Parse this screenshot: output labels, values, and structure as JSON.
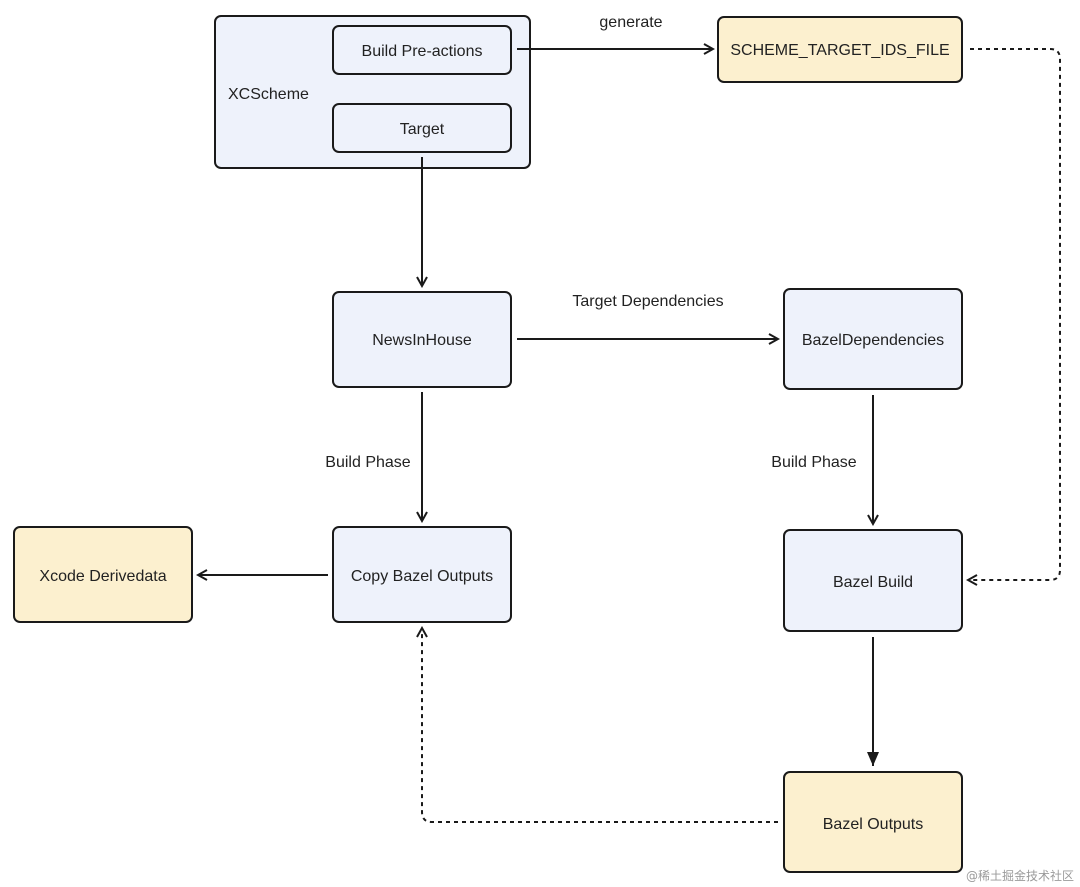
{
  "nodes": {
    "xcscheme": "XCScheme",
    "build_pre_actions": "Build Pre-actions",
    "target": "Target",
    "scheme_target_ids_file": "SCHEME_TARGET_IDS_FILE",
    "news_in_house": "NewsInHouse",
    "bazel_dependencies": "BazelDependencies",
    "copy_bazel_outputs": "Copy Bazel Outputs",
    "xcode_derivedata": "Xcode Derivedata",
    "bazel_build": "Bazel Build",
    "bazel_outputs": "Bazel Outputs"
  },
  "edges": {
    "generate": "generate",
    "target_dependencies": "Target Dependencies",
    "build_phase_left": "Build Phase",
    "build_phase_right": "Build Phase"
  },
  "watermark": "@稀土掘金技术社区",
  "colors": {
    "process_fill": "#eef2fb",
    "artifact_fill": "#fcf0cf",
    "stroke": "#1a1a1a"
  }
}
